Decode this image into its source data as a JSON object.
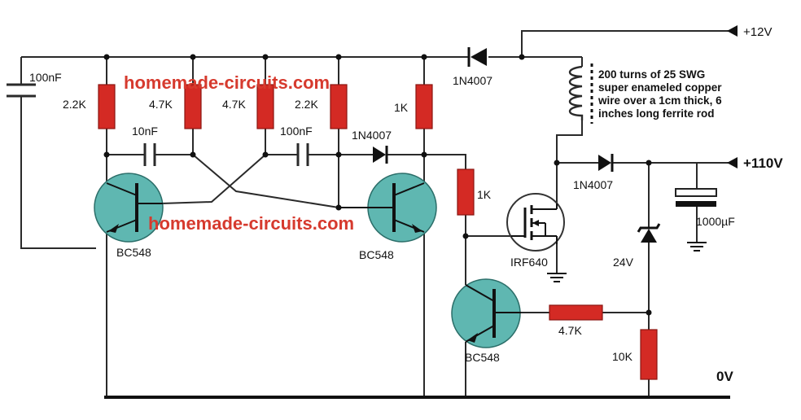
{
  "labels": {
    "v12": "+12V",
    "v110": "+110V",
    "v0": "0V",
    "coil_note": [
      "200 turns of 25 SWG",
      "super enameled copper",
      "wire over a 1cm thick, 6",
      "inches long ferrite rod"
    ],
    "watermark_top": "homemade-circuits.com",
    "watermark_mid": "homemade-circuits.com"
  },
  "components": {
    "c1": "100nF",
    "r1": "2.2K",
    "r2": "4.7K",
    "r3": "4.7K",
    "r4": "2.2K",
    "r5": "1K",
    "c2": "10nF",
    "c3": "100nF",
    "d1": "1N4007",
    "d2": "1N4007",
    "d3": "1N4007",
    "r6": "1K",
    "q1": "BC548",
    "q2": "BC548",
    "q3": "BC548",
    "mosfet": "IRF640",
    "r7": "4.7K",
    "zener": "24V",
    "r8": "10K",
    "cout": "1000µF"
  },
  "colors": {
    "resistor": "#d42a24",
    "transistor": "#5fb7b1",
    "watermark": "#d63a2e"
  }
}
